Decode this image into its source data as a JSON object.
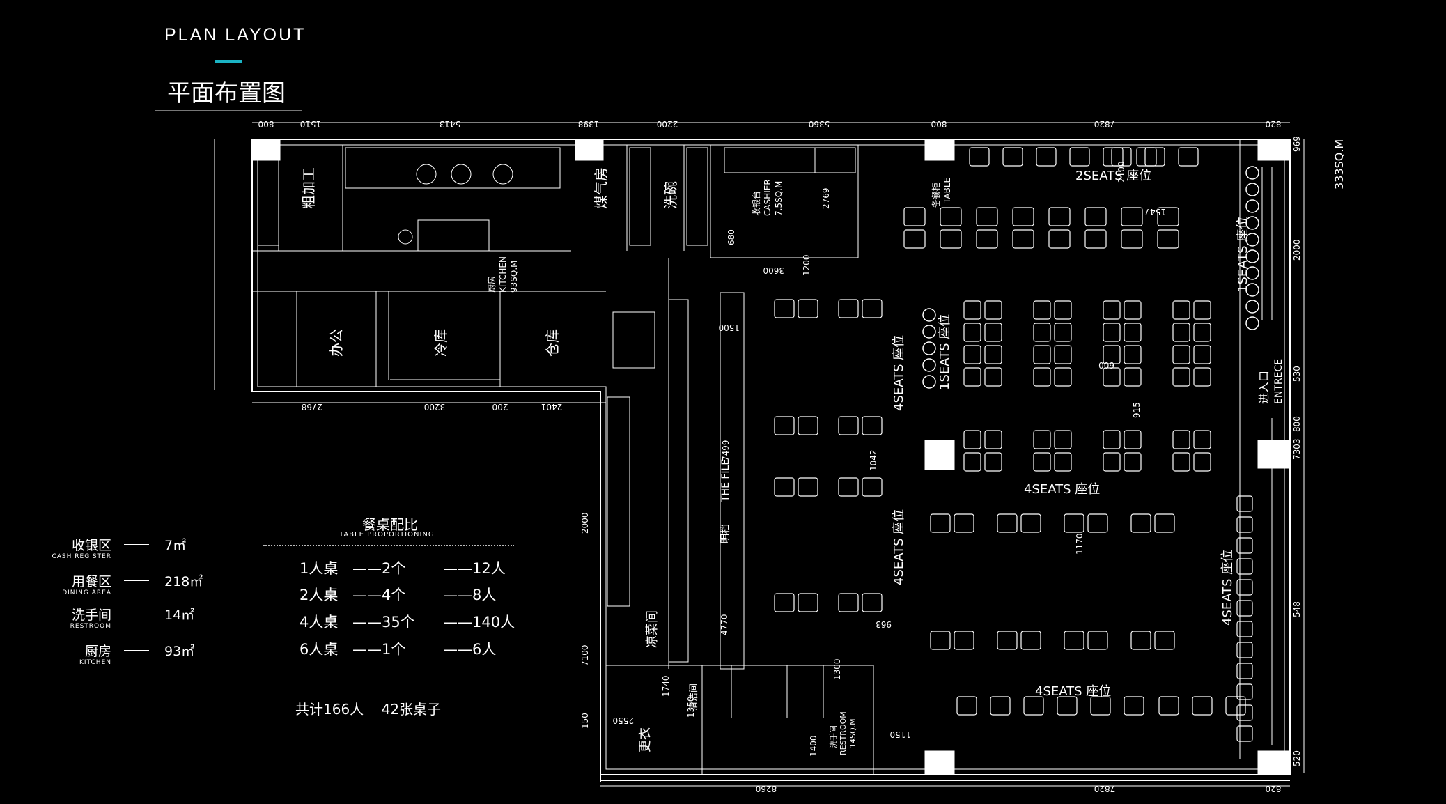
{
  "header": {
    "title_en": "PLAN LAYOUT",
    "title_zh": "平面布置图"
  },
  "areas": [
    {
      "zh": "收银区",
      "en": "CASH REGISTER",
      "value": "7㎡"
    },
    {
      "zh": "用餐区",
      "en": "DINING AREA",
      "value": "218㎡"
    },
    {
      "zh": "洗手间",
      "en": "RESTROOM",
      "value": "14㎡"
    },
    {
      "zh": "厨房",
      "en": "KITCHEN",
      "value": "93㎡"
    }
  ],
  "proportion": {
    "title": "餐桌配比",
    "subtitle": "TABLE PROPORTIONING",
    "rows": [
      {
        "table": "1人桌",
        "count": "——2个",
        "people": "——12人"
      },
      {
        "table": "2人桌",
        "count": "——4个",
        "people": "——8人"
      },
      {
        "table": "4人桌",
        "count": "——35个",
        "people": "——140人"
      },
      {
        "table": "6人桌",
        "count": "——1个",
        "people": "——6人"
      }
    ],
    "total": "共计166人    42张桌子"
  },
  "plan": {
    "rooms": {
      "rough_processing": "粗加工",
      "gas_room": "煤气房",
      "dishwashing": "洗碗",
      "cashier_zh": "收银台",
      "cashier_en": "CASHIER",
      "cashier_area": "7.5SQ.M",
      "kitchen_zh": "厨房",
      "kitchen_en": "KITCHEN",
      "kitchen_area": "93SQ.M",
      "office": "办公",
      "cold_storage": "冷库",
      "storage": "仓库",
      "cold_dish": "凉菜间",
      "changing": "更衣",
      "cleaning": "清洁间",
      "restroom_zh": "洗手间",
      "restroom_en": "RESTROOM",
      "restroom_area": "14SQ.M",
      "entrance_zh": "进入口",
      "entrance_en": "ENTRECE",
      "the_file": "THE FILE",
      "the_file_zh": "明档",
      "total_area": "333SQ.M"
    },
    "seat_labels": {
      "two_seats": "2SEATS 座位",
      "one_seats_right": "1SEATS 座位",
      "one_seats_mid": "1SEATS 座位",
      "four_seats_a": "4SEATS 座位",
      "four_seats_b": "4SEATS 座位",
      "four_seats_c": "4SEATS 座位",
      "four_seats_d": "4SEATS 座位",
      "four_seats_e": "4SEATS 座位",
      "side_table_zh": "备餐柜",
      "side_table_en": "TABLE"
    },
    "dims_top": [
      "800",
      "1510",
      "5413",
      "1398",
      "2200",
      "5360",
      "800",
      "7820",
      "820"
    ],
    "dims_bottom": [
      "8260",
      "7820",
      "820"
    ],
    "dims_mid": [
      "2768",
      "3200",
      "200",
      "2401"
    ],
    "dims_misc": [
      "3600",
      "2769",
      "680",
      "1200",
      "1500",
      "1547",
      "600",
      "915",
      "1042",
      "7499",
      "963",
      "1170",
      "1150",
      "1400",
      "1300",
      "1740",
      "1350",
      "2550",
      "150",
      "7100",
      "2000",
      "4770",
      "2000",
      "530",
      "800",
      "7303",
      "548",
      "520",
      "969",
      "2100"
    ]
  }
}
